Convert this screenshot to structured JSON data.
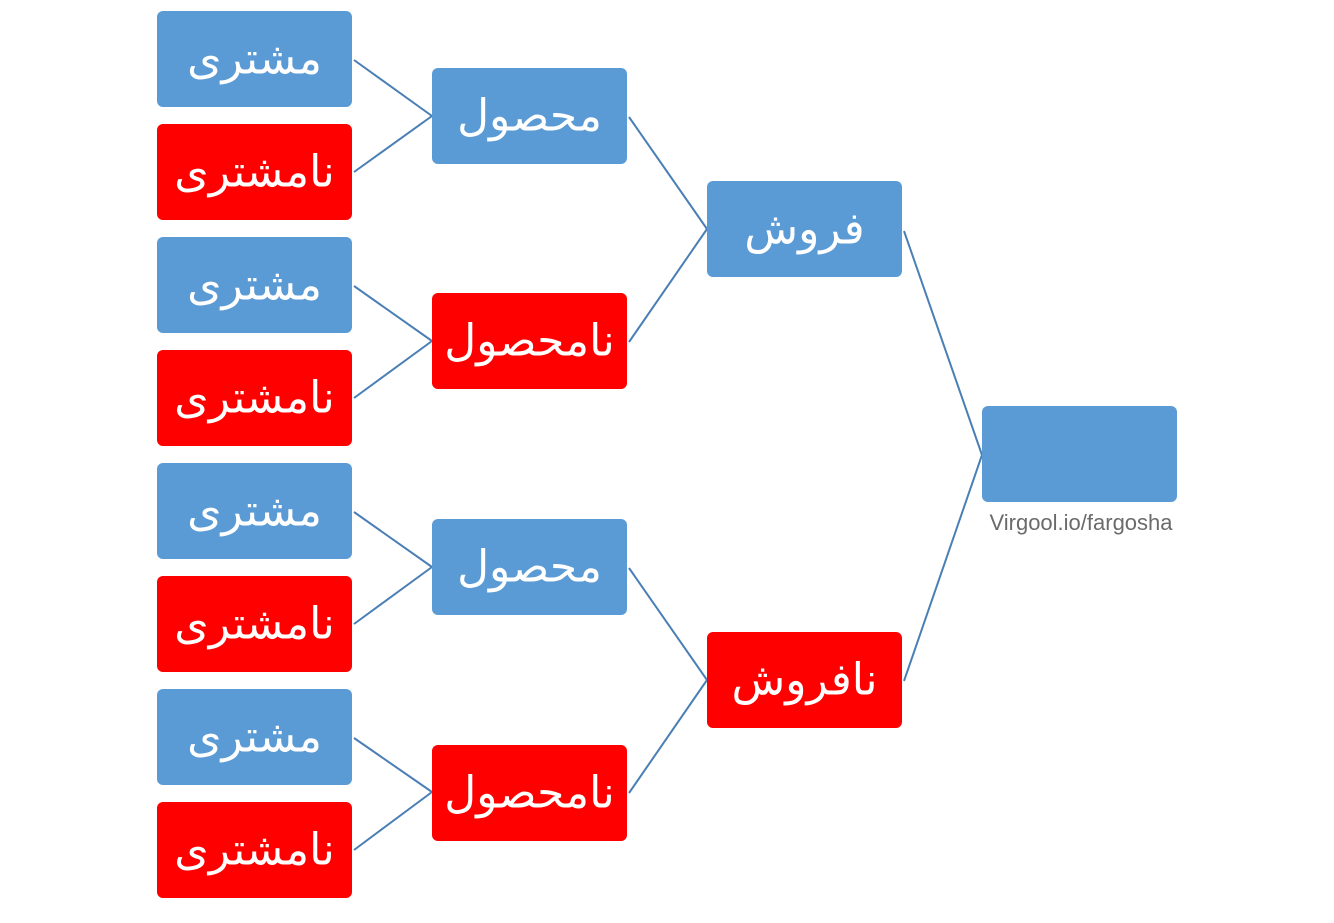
{
  "colors": {
    "positive": "#5b9bd5",
    "negative": "#ff0000",
    "connector": "#4a7fb5",
    "text": "#ffffff"
  },
  "root": {
    "label": "",
    "kind": "positive"
  },
  "level1": [
    {
      "label": "فروش",
      "kind": "positive"
    },
    {
      "label": "نافروش",
      "kind": "negative"
    }
  ],
  "level2": [
    {
      "label": "محصول",
      "kind": "positive"
    },
    {
      "label": "نامحصول",
      "kind": "negative"
    },
    {
      "label": "محصول",
      "kind": "positive"
    },
    {
      "label": "نامحصول",
      "kind": "negative"
    }
  ],
  "level3": [
    {
      "label": "مشتری",
      "kind": "positive"
    },
    {
      "label": "نامشتری",
      "kind": "negative"
    },
    {
      "label": "مشتری",
      "kind": "positive"
    },
    {
      "label": "نامشتری",
      "kind": "negative"
    },
    {
      "label": "مشتری",
      "kind": "positive"
    },
    {
      "label": "نامشتری",
      "kind": "negative"
    },
    {
      "label": "مشتری",
      "kind": "positive"
    },
    {
      "label": "نامشتری",
      "kind": "negative"
    }
  ],
  "watermark": "Virgool.io/fargosha"
}
